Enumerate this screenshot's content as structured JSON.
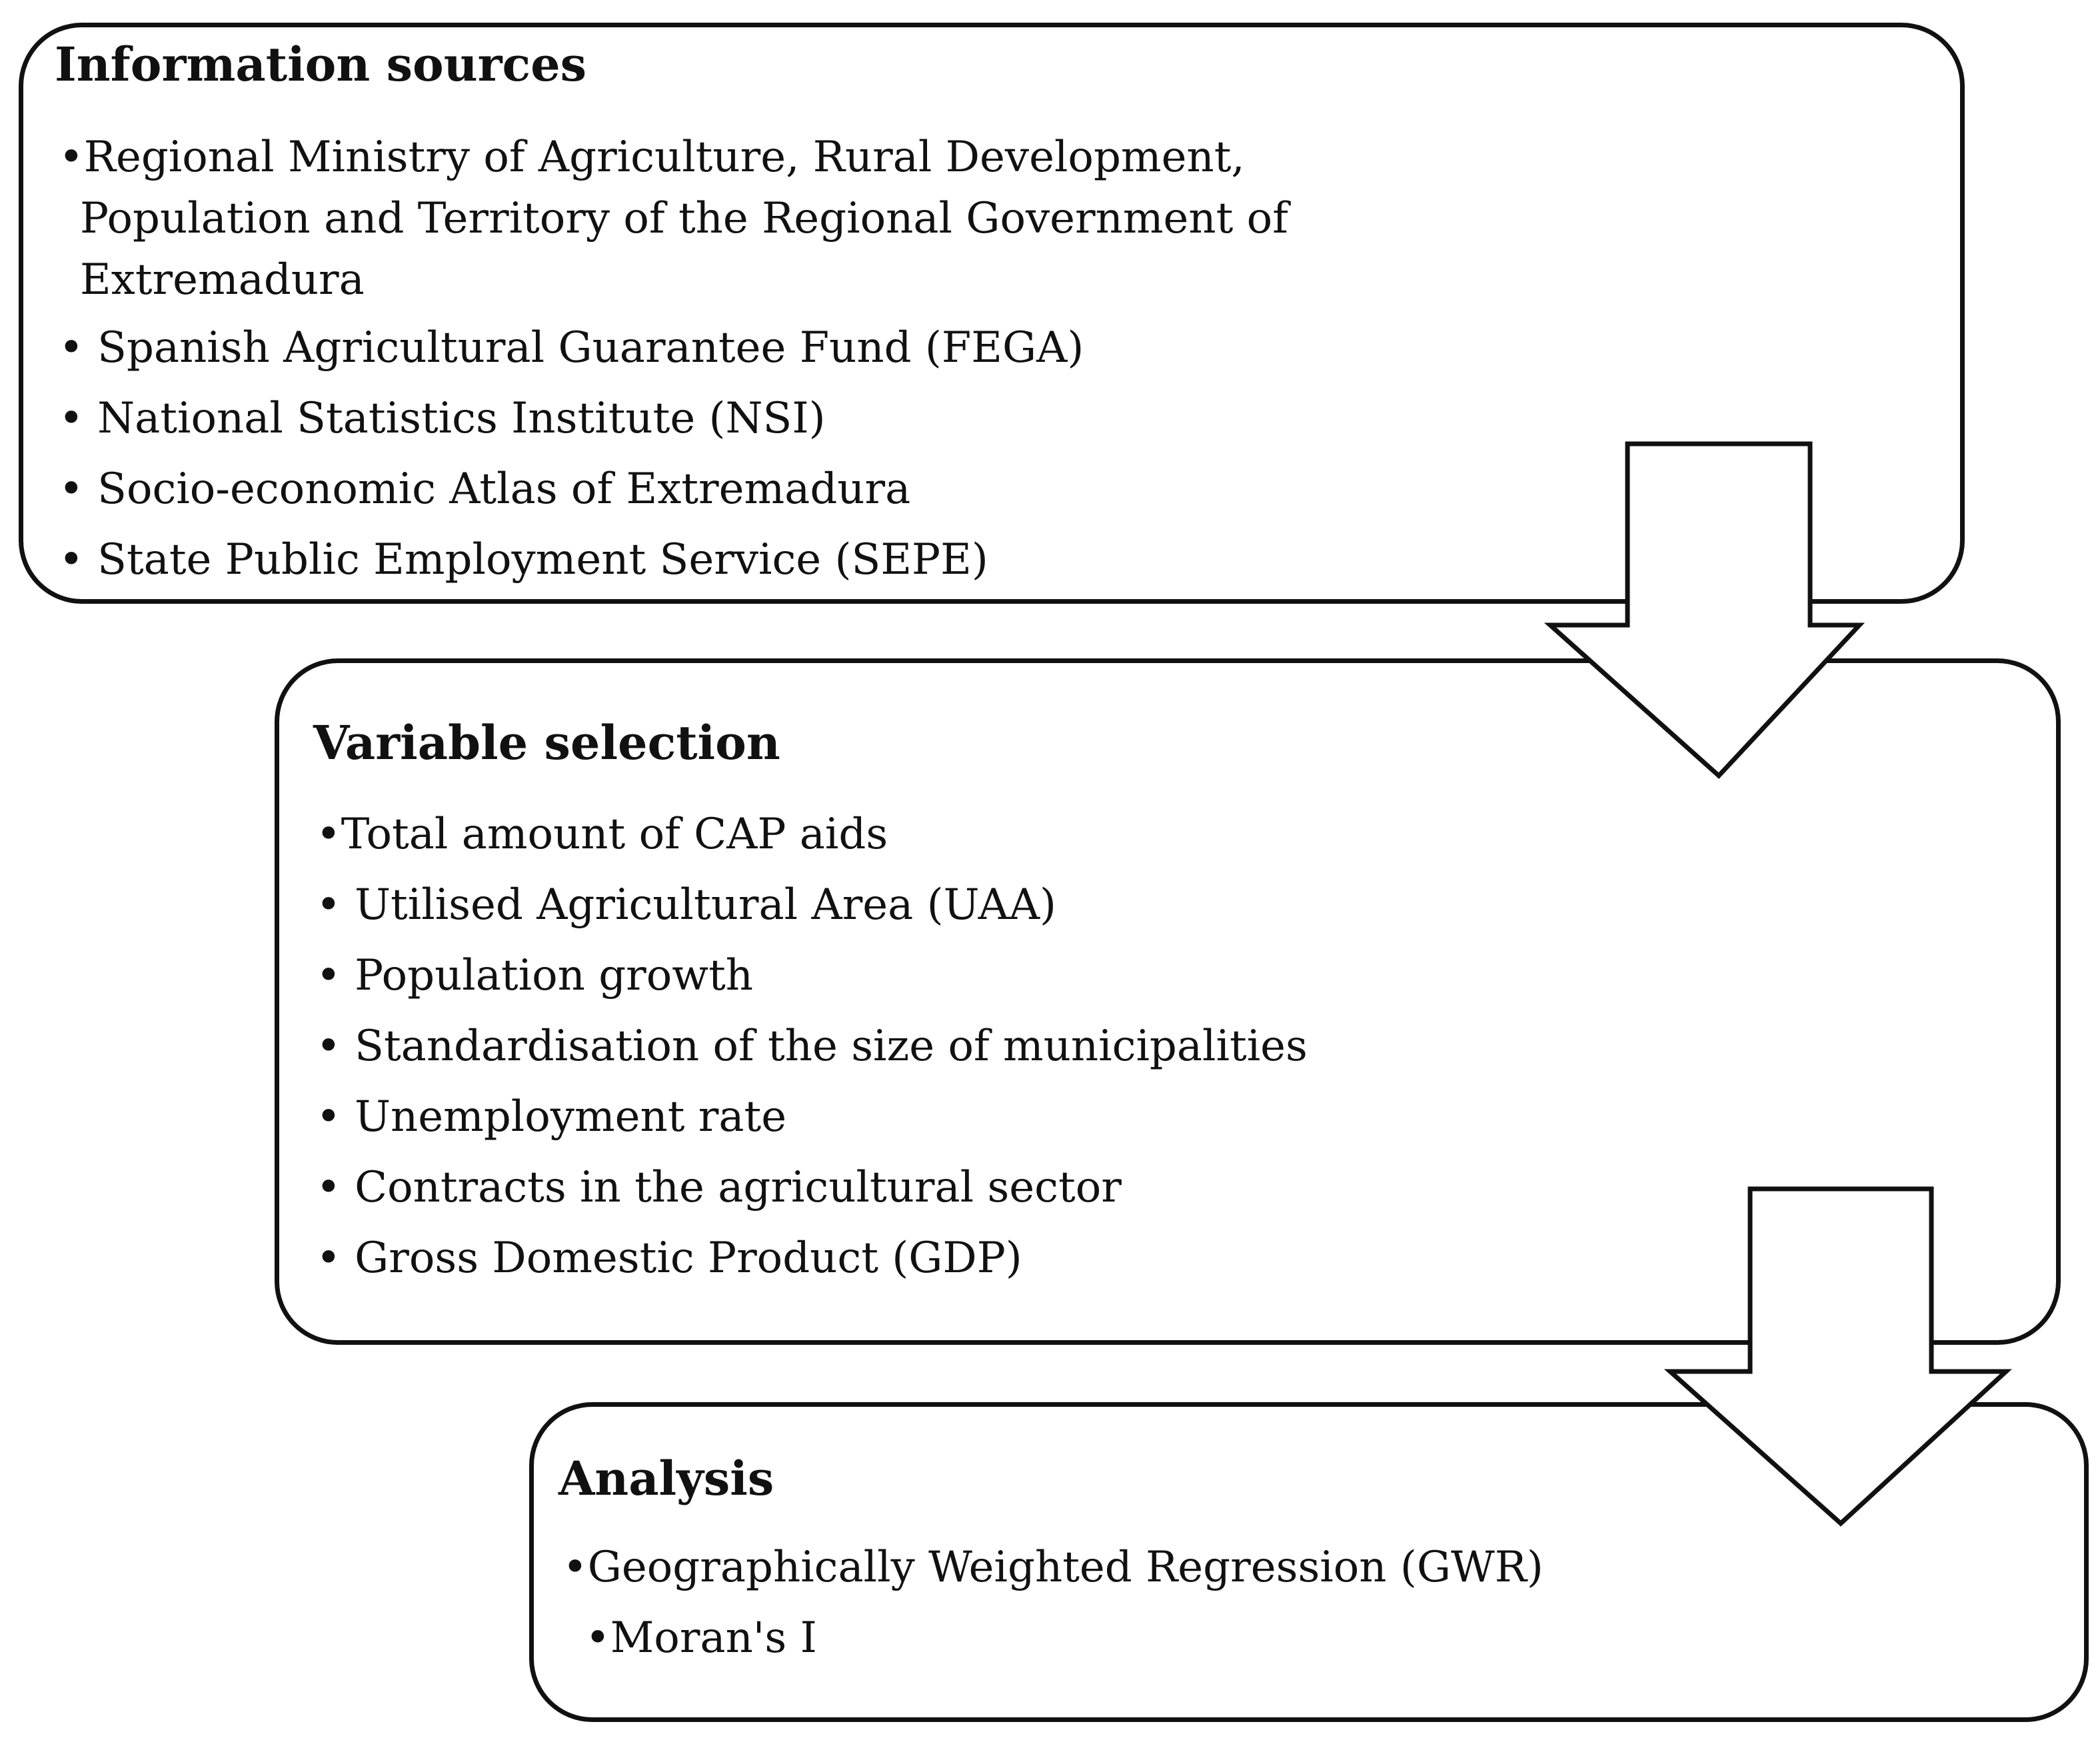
{
  "stages": [
    {
      "title": "Information sources",
      "items": [
        "Regional Ministry of Agriculture, Rural Development,",
        "Population and Territory of the Regional Government of",
        "Extremadura",
        "Spanish Agricultural Guarantee Fund (FEGA)",
        "National Statistics Institute (NSI)",
        "Socio-economic Atlas of Extremadura",
        "State Public Employment Service (SEPE)"
      ]
    },
    {
      "title": "Variable selection",
      "items": [
        "Total amount of CAP aids",
        "Utilised Agricultural Area (UAA)",
        "Population growth",
        "Standardisation of the size of municipalities",
        "Unemployment rate",
        "Contracts in the agricultural sector",
        "Gross Domestic Product (GDP)"
      ]
    },
    {
      "title": "Analysis",
      "items": [
        "Geographically Weighted Regression (GWR)",
        "Moran's I"
      ]
    }
  ],
  "bullet": "•"
}
